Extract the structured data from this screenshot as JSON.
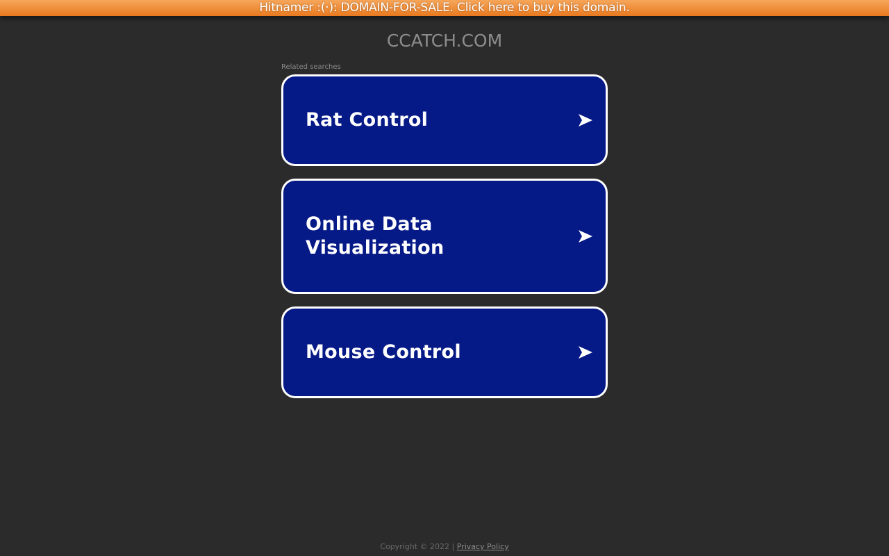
{
  "banner": {
    "text": "Hitnamer :(·): DOMAIN-FOR-SALE. Click here to buy this domain.",
    "color_top": "#f6a65a",
    "color_bottom": "#e8791f"
  },
  "domain": {
    "title": "CCATCH.COM"
  },
  "related": {
    "label": "Related searches",
    "items": [
      {
        "label": "Rat Control",
        "icon": "arrow-right-icon"
      },
      {
        "label": "Online Data Visualization",
        "icon": "arrow-right-icon"
      },
      {
        "label": "Mouse Control",
        "icon": "arrow-right-icon"
      }
    ],
    "card_color": "#061a87",
    "border_color": "#ffffff"
  },
  "footer": {
    "copyright": "Copyright © 2022 |",
    "privacy_label": "Privacy Policy"
  }
}
